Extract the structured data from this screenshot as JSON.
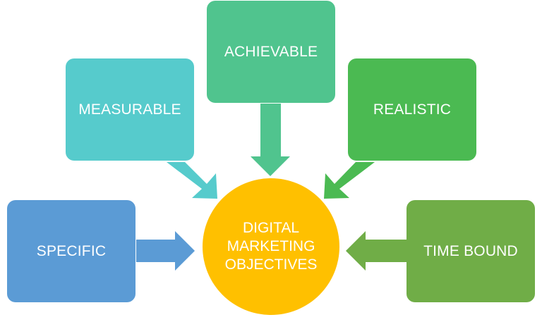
{
  "center": {
    "lines": [
      "DIGITAL",
      "MARKETING",
      "OBJECTIVES"
    ],
    "color": "#FFC000"
  },
  "nodes": {
    "specific": {
      "label": "SPECIFIC",
      "color": "#5B9BD5"
    },
    "measurable": {
      "label": "MEASURABLE",
      "color": "#56CBCC"
    },
    "achievable": {
      "label": "ACHIEVABLE",
      "color": "#50C48E"
    },
    "realistic": {
      "label": "REALISTIC",
      "color": "#4BBA52"
    },
    "time_bound": {
      "label": "TIME BOUND",
      "color": "#70AD47"
    }
  }
}
